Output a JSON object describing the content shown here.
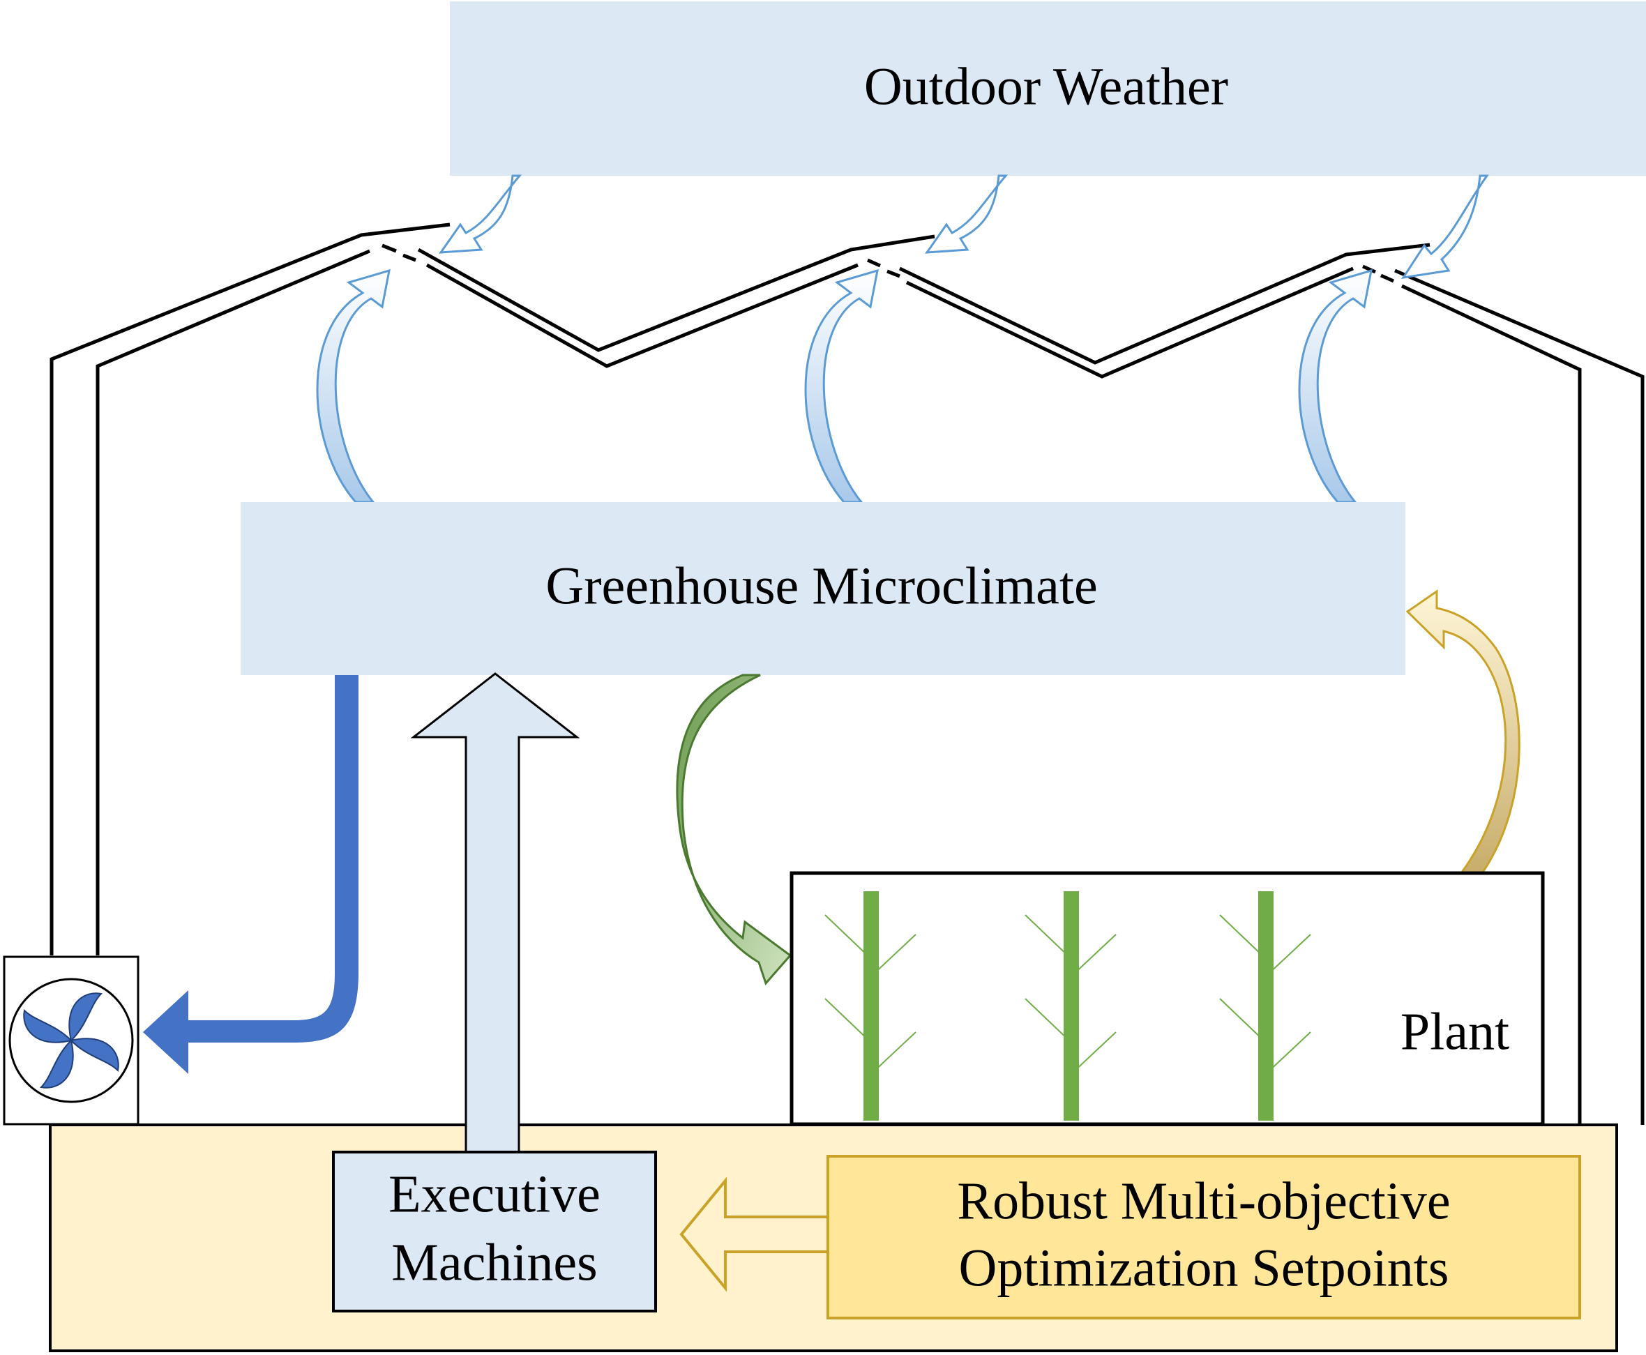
{
  "labels": {
    "outdoor_weather": "Outdoor Weather",
    "greenhouse_microclimate": "Greenhouse Microclimate",
    "plant": "Plant",
    "executive_line1": "Executive",
    "executive_line2": "Machines",
    "setpoints_line1": "Robust Multi-objective",
    "setpoints_line2": "Optimization Setpoints"
  },
  "icons": {
    "fan": "fan-icon",
    "plant_stem": "plant-stem-icon"
  },
  "colors": {
    "light_blue_box": "#DCE9F5",
    "ventilation_arrow": "#5B9BD5",
    "fan_arrow": "#4472C4",
    "plant_arrow": "#70AD47",
    "plant_stem": "#70AD47",
    "yellow_band": "#FFF2CC",
    "setpoint_box": "#FFE699",
    "yellow_arrow_stroke": "#C9A227"
  }
}
